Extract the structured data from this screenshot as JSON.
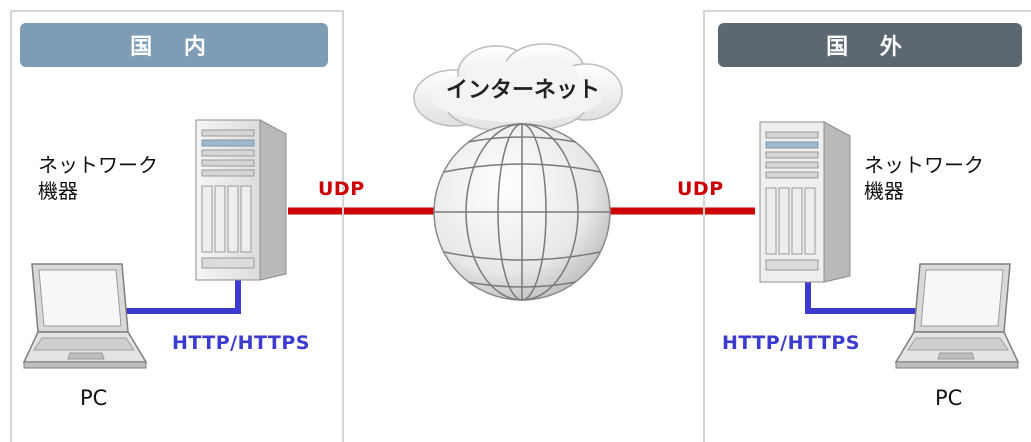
{
  "colors": {
    "domestic_header": "#7f9cb6",
    "overseas_header": "#5d6772",
    "udp": "#cc0000",
    "http": "#3b3bcf",
    "panel_border": "#d5d5d5"
  },
  "domestic": {
    "header": "国 内",
    "device_line1": "ネットワーク",
    "device_line2": "機器",
    "pc_label": "PC",
    "http_label": "HTTP/HTTPS",
    "udp_label": "UDP"
  },
  "overseas": {
    "header": "国 外",
    "device_line1": "ネットワーク",
    "device_line2": "機器",
    "pc_label": "PC",
    "http_label": "HTTP/HTTPS",
    "udp_label": "UDP"
  },
  "internet": {
    "label": "インターネット"
  },
  "icons": [
    "cloud-icon",
    "globe-icon",
    "server-tower-icon",
    "laptop-icon"
  ]
}
